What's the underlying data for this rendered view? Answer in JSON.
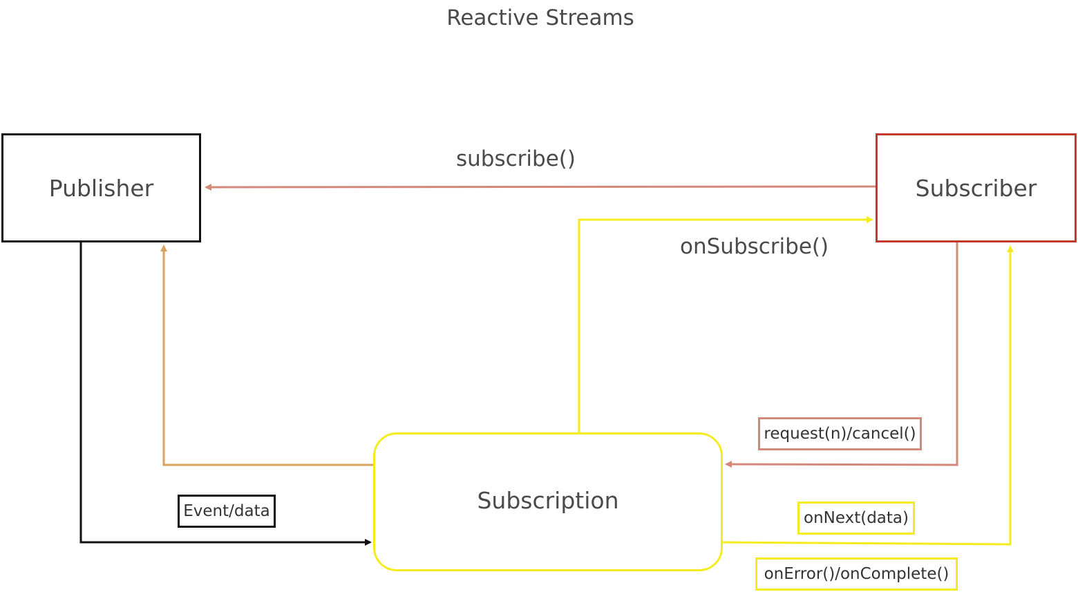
{
  "title": "Reactive Streams",
  "nodes": {
    "publisher": "Publisher",
    "subscriber": "Subscriber",
    "subscription": "Subscription"
  },
  "edges": {
    "subscribe": "subscribe()",
    "on_subscribe": "onSubscribe()"
  },
  "tags": {
    "event_data": "Event/data",
    "request_cancel": "request(n)/cancel()",
    "on_next": "onNext(data)",
    "on_error_complete": "onError()/onComplete()"
  },
  "colors": {
    "publisher_border": "#111111",
    "subscriber_border": "#c0392b",
    "subscription_border": "#f5ec1f",
    "subscribe_arrow": "#d4887a",
    "request_arrow": "#d4887a",
    "subscription_to_publisher_arrow": "#d9a35e",
    "on_subscribe_arrow": "#f5ec1f",
    "event_arrow": "#111111",
    "on_next_arrow": "#f5ec1f"
  }
}
